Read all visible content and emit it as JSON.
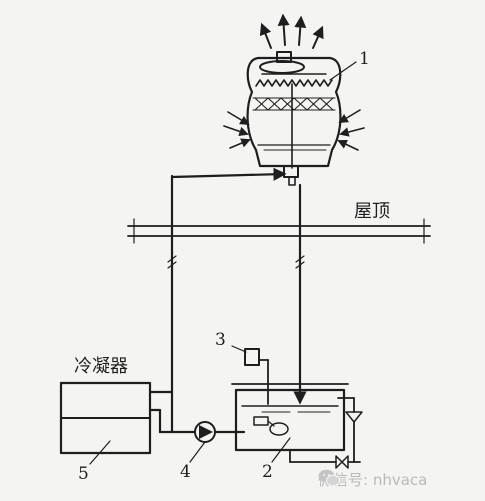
{
  "labels": {
    "tower_number": "1",
    "tank_number": "2",
    "float_valve_number": "3",
    "pump_number": "4",
    "condenser_number": "5",
    "roof": "屋顶",
    "condenser": "冷凝器"
  },
  "watermark": {
    "text": "微信号: nhvaca",
    "icon": "wechat-icon"
  },
  "colors": {
    "ink": "#1e1e1e",
    "background": "#f4f4f2",
    "watermark": "#b9b9b9"
  }
}
